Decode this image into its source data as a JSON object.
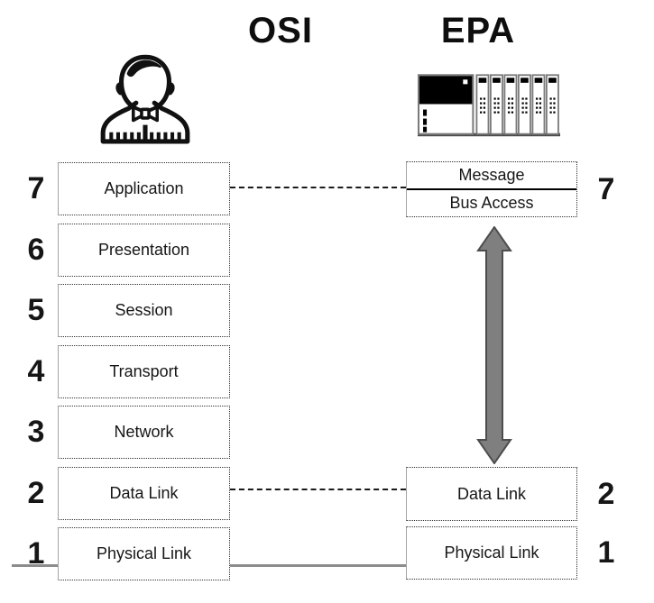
{
  "titles": {
    "osi": "OSI",
    "epa": "EPA"
  },
  "osi_stack": {
    "layers": [
      {
        "number": "7",
        "label": "Application"
      },
      {
        "number": "6",
        "label": "Presentation"
      },
      {
        "number": "5",
        "label": "Session"
      },
      {
        "number": "4",
        "label": "Transport"
      },
      {
        "number": "3",
        "label": "Network"
      },
      {
        "number": "2",
        "label": "Data Link"
      },
      {
        "number": "1",
        "label": "Physical Link"
      }
    ]
  },
  "epa_stack": {
    "application_box": {
      "number": "7",
      "top_label": "Message",
      "bottom_label": "Bus Access"
    },
    "data_link": {
      "number": "2",
      "label": "Data Link"
    },
    "physical_link": {
      "number": "1",
      "label": "Physical Link"
    }
  },
  "icons": {
    "left": "user-icon",
    "right": "plc-rack-icon"
  },
  "colors": {
    "arrow_fill": "#7f7f7f",
    "arrow_stroke": "#4d4d4d",
    "connector_gray": "#8c8c8c",
    "text": "#161616"
  }
}
